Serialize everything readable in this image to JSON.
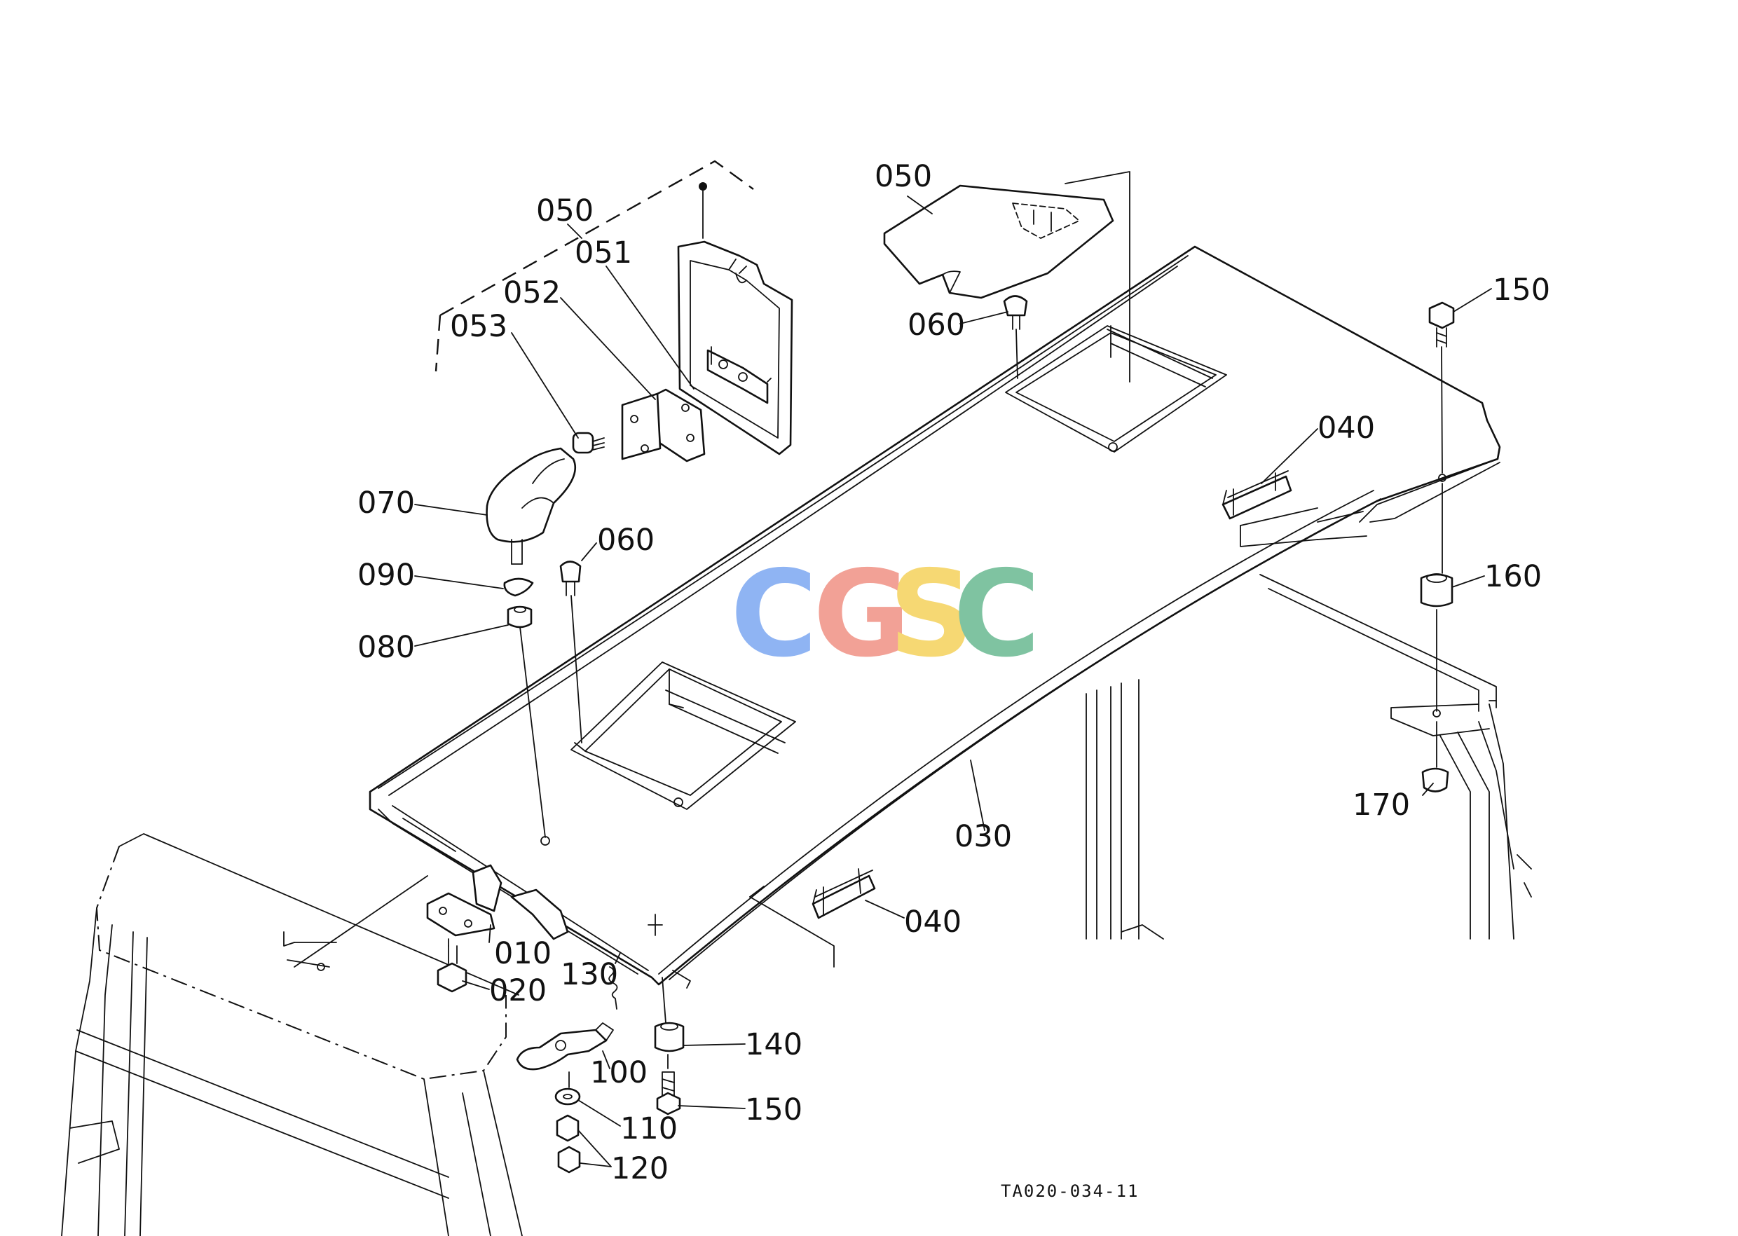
{
  "diagram": {
    "reference_code": "TA020-034-11",
    "watermark": {
      "letters": [
        "C",
        "G",
        "S",
        "C"
      ],
      "colors": [
        "#8fb4f3",
        "#f2a196",
        "#f6d873",
        "#7fc3a1"
      ]
    },
    "callouts": {
      "c050a": "050",
      "c051": "051",
      "c052": "052",
      "c053": "053",
      "c050b": "050",
      "c060a": "060",
      "c060b": "060",
      "c070": "070",
      "c090": "090",
      "c080": "080",
      "c150a": "150",
      "c040a": "040",
      "c160": "160",
      "c030": "030",
      "c170": "170",
      "c040b": "040",
      "c010": "010",
      "c020": "020",
      "c130": "130",
      "c140": "140",
      "c100": "100",
      "c150b": "150",
      "c110": "110",
      "c120": "120"
    }
  }
}
